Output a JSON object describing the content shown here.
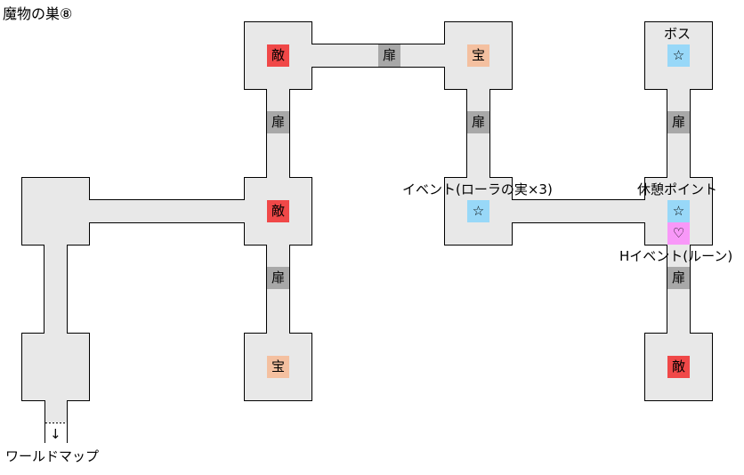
{
  "title": "魔物の巣⑧",
  "colors": {
    "enemy": "#f04848",
    "treasure": "#f4c0a0",
    "door": "#a8a8a8",
    "event": "#98d8f8",
    "h_event": "#f898f8",
    "floor": "#e8e8e8"
  },
  "markers": {
    "enemy": "敵",
    "treasure": "宝",
    "door": "扉",
    "event": "☆",
    "h_event": "♡"
  },
  "labels": {
    "boss": "ボス",
    "event_lora": "イベント(ローラの実×3)",
    "rest_point": "休憩ポイント",
    "h_event_rune": "Hイベント(ルーン)",
    "world_map": "ワールドマップ",
    "exit_arrow": "↓"
  }
}
